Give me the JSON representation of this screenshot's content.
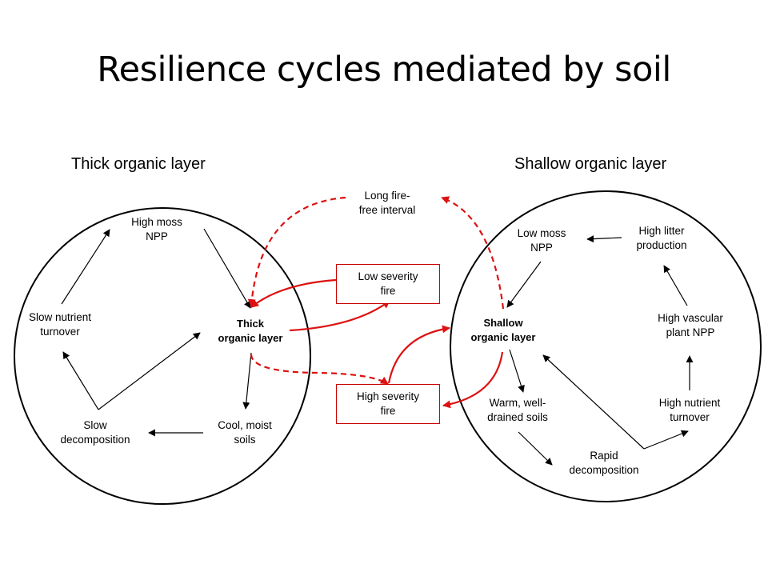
{
  "title": "Resilience cycles mediated by soil",
  "left_heading": "Thick organic layer",
  "right_heading": "Shallow organic layer",
  "colors": {
    "fire": "#dd1111",
    "black": "#000000"
  },
  "left_cycle": {
    "high_moss_npp": "High moss\nNPP",
    "thick_layer": "Thick\norganic layer",
    "cool_moist": "Cool, moist\nsoils",
    "slow_decomp": "Slow\ndecomposition",
    "slow_nutrient": "Slow nutrient\nturnover"
  },
  "right_cycle": {
    "low_moss_npp": "Low moss\nNPP",
    "high_litter": "High litter\nproduction",
    "high_vascular": "High vascular\nplant NPP",
    "high_nutrient": "High nutrient\nturnover",
    "rapid_decomp": "Rapid\ndecomposition",
    "warm_drained": "Warm, well-\ndrained soils",
    "shallow_layer": "Shallow\norganic layer"
  },
  "fire": {
    "long_interval": "Long fire-\nfree interval",
    "low_severity": "Low severity\nfire",
    "high_severity": "High severity\nfire"
  }
}
